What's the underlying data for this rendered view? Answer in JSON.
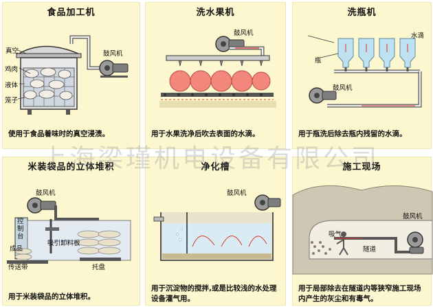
{
  "panels": {
    "food": {
      "title": "食品加工机",
      "caption": "使用于食品着味时的真空浸渍。",
      "labels": {
        "blower": "鼓风机",
        "vacuum": "真空",
        "chicken": "鸡肉",
        "liquid": "液体",
        "cage": "笼子"
      }
    },
    "fruit": {
      "title": "洗水果机",
      "caption": "用于水果洗净后吹去表面的水滴。",
      "labels": {
        "blower": "鼓风机"
      }
    },
    "bottle": {
      "title": "洗瓶机",
      "caption": "用于瓶洗后除去瓶内残留的水滴。",
      "labels": {
        "blower": "鼓风机",
        "water_drop": "水滴",
        "bottle": "瓶"
      }
    },
    "bags": {
      "title": "米装袋品的立体堆积",
      "caption": "用于米装袋品的立体堆积。",
      "labels": {
        "blower": "鼓风机",
        "control": "控\n制\n台",
        "suction_plate": "吸引卸料板",
        "product": "成品",
        "conveyor": "传送带",
        "tray": "托盘"
      }
    },
    "purify": {
      "title": "净化槽",
      "caption": "用于沉淀物的搅拌,或是比较浅的水处理设备灌气用。",
      "labels": {
        "blower": "鼓风机"
      }
    },
    "tunnel": {
      "title": "施工现场",
      "caption": "用于局部除去在隧道内等狭窄施工现场内产生的灰尘和有毒气。",
      "labels": {
        "blower": "鼓风机",
        "suction": "吸气",
        "tunnel": "隧道"
      }
    }
  },
  "watermark": "上海梁瑾机电设备有限公司",
  "colors": {
    "panel_bg": "#fdf7cf",
    "pipe": "#3a3a3a",
    "arrow": "#d9342b",
    "fruit": "#f4877c",
    "blower": "#666666"
  }
}
